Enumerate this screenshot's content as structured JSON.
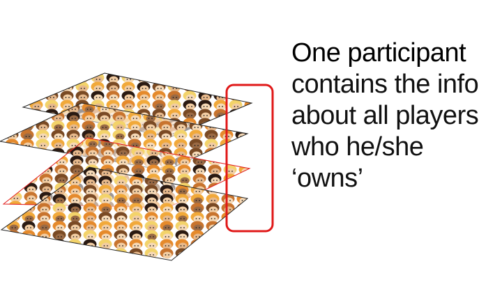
{
  "slide": {
    "caption_lines": [
      "One participant",
      "contains the info",
      "about all players",
      "who he/she",
      "‘owns’"
    ],
    "colors": {
      "highlight": "#e01818",
      "sheet_edge": "#222222",
      "hair_palette": [
        "#f1a93a",
        "#2a1a12",
        "#7a4a24",
        "#f3d36a",
        "#c8742e",
        "#e58a2c"
      ],
      "skin_palette": [
        "#f6d9b6",
        "#e7b98c",
        "#9a6a45",
        "#f2cda3"
      ]
    },
    "illustration": {
      "layers": 4,
      "highlighted_layer": 3,
      "icon": "cartoon-face-icon",
      "highlight_icon": "rounded-rectangle-outline"
    }
  }
}
